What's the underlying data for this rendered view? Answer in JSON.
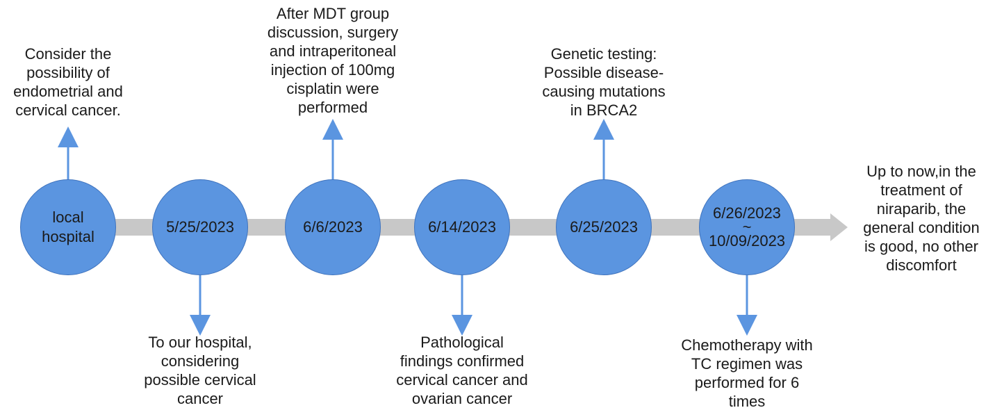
{
  "timeline": {
    "nodes": [
      {
        "label": "local\nhospital"
      },
      {
        "label": "5/25/2023"
      },
      {
        "label": "6/6/2023"
      },
      {
        "label": "6/14/2023"
      },
      {
        "label": "6/25/2023"
      },
      {
        "start": "6/26/2023",
        "sep": "~",
        "end": "10/09/2023"
      }
    ],
    "notes_above": {
      "n0": "Consider the\npossibility of\nendometrial and\ncervical cancer.",
      "n2": "After MDT group\ndiscussion, surgery\nand intraperitoneal\ninjection of 100mg\ncisplatin were\nperformed",
      "n4": "Genetic testing:\nPossible disease-\ncausing mutations\nin BRCA2"
    },
    "notes_below": {
      "n1": "To our hospital,\nconsidering\npossible cervical\ncancer",
      "n3": "Pathological\nfindings confirmed\ncervical cancer and\novarian cancer",
      "n5": "Chemotherapy with\nTC regimen was\nperformed for 6\ntimes"
    },
    "end_note": "Up to now,in the\ntreatment of\nniraparib, the\ngeneral condition\nis good, no other\ndiscomfort"
  },
  "colors": {
    "node_fill": "#5b95e0",
    "node_stroke": "#3f73bd",
    "connector_arrow": "#5b95e0",
    "timeline_bar": "#c8c8c8"
  }
}
